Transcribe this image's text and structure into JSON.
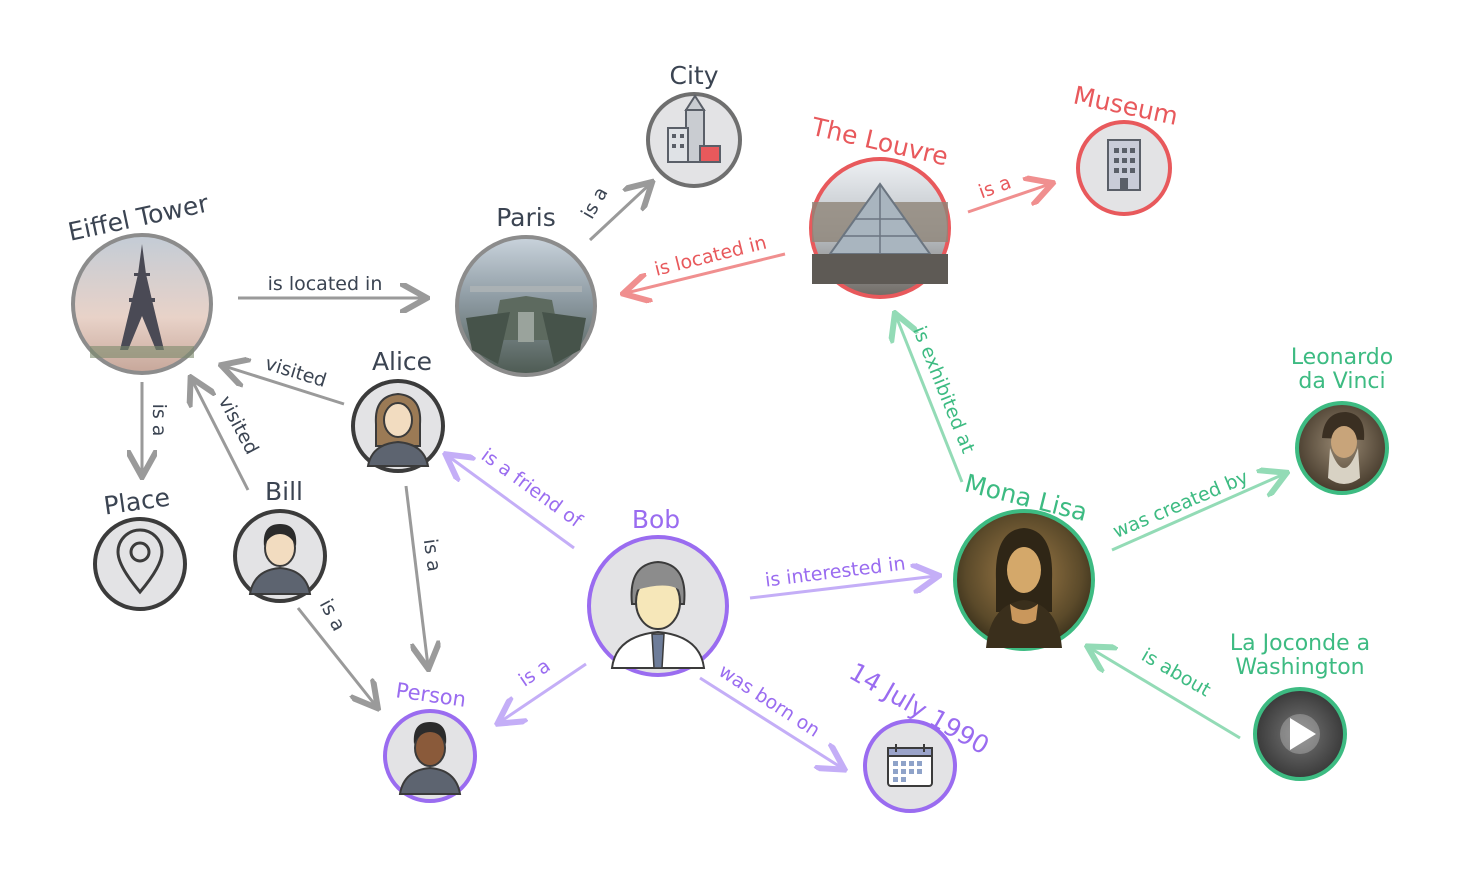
{
  "colors": {
    "gray": "#6f6f6f",
    "dark_text": "#3b4452",
    "edge_gray": "#9a9a9a",
    "red": "#e8595c",
    "red_edge": "#f08f8f",
    "purple": "#9a6cf0",
    "purple_edge": "#c4aef7",
    "green": "#3dbb82",
    "green_edge": "#93dbb6"
  },
  "nodes": {
    "eiffel": {
      "title": "Eiffel Tower",
      "icon": "eiffel-tower-photo"
    },
    "paris": {
      "title": "Paris",
      "icon": "paris-city-photo"
    },
    "city": {
      "title": "City",
      "icon": "city-buildings-icon"
    },
    "louvre": {
      "title": "The Louvre",
      "icon": "louvre-pyramid-photo"
    },
    "museum": {
      "title": "Museum",
      "icon": "museum-building-icon"
    },
    "alice": {
      "title": "Alice",
      "icon": "woman-avatar-icon"
    },
    "bill": {
      "title": "Bill",
      "icon": "man-avatar-icon"
    },
    "place": {
      "title": "Place",
      "icon": "map-pin-icon"
    },
    "person": {
      "title": "Person",
      "icon": "person-avatar-icon"
    },
    "bob": {
      "title": "Bob",
      "icon": "businessman-avatar-icon"
    },
    "date": {
      "title": "14 July 1990",
      "icon": "calendar-icon"
    },
    "mona": {
      "title": "Mona Lisa",
      "icon": "mona-lisa-painting"
    },
    "leonardo": {
      "title_line1": "Leonardo",
      "title_line2": "da Vinci",
      "icon": "leonardo-portrait"
    },
    "joconde": {
      "title_line1": "La Joconde a",
      "title_line2": "Washington",
      "icon": "video-play-icon"
    }
  },
  "edges": {
    "eiffel_paris": "is located in",
    "paris_city": "is a",
    "louvre_paris": "is located in",
    "louvre_museum": "is a",
    "alice_eiffel": "visited",
    "bill_eiffel": "visited",
    "eiffel_place": "is a",
    "alice_person": "is a",
    "bill_person": "is a",
    "bob_alice": "is a friend of",
    "bob_person": "is a",
    "bob_date": "was born on",
    "bob_mona": "is interested in",
    "mona_louvre": "is exhibited at",
    "mona_leonardo": "was created by",
    "joconde_mona": "is about"
  }
}
